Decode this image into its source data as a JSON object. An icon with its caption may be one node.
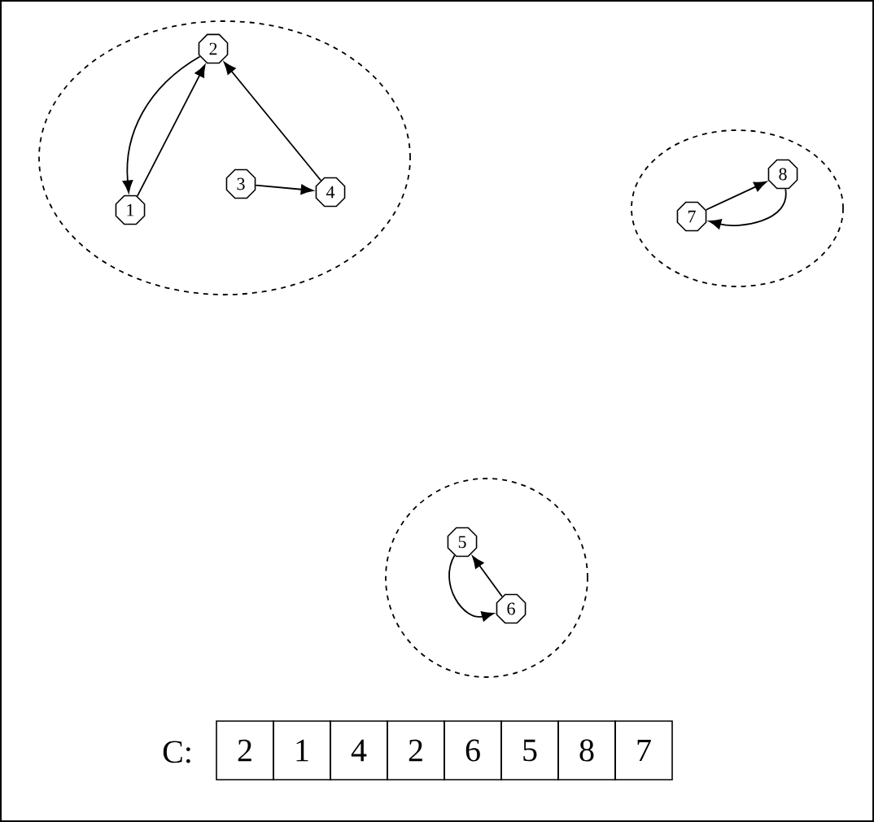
{
  "diagram": {
    "nodes": [
      {
        "text": [],
        "shape": "circle"
      },
      {
        "text": [
          "1"
        ],
        "in": 0
      },
      {
        "text": [
          "2"
        ],
        "in": 0
      },
      {
        "text": [
          "3"
        ],
        "in": 0
      },
      {
        "text": [
          "4"
        ],
        "in": 0
      },
      {
        "text": [],
        "shape": "circle"
      },
      {
        "text": [
          "7"
        ],
        "in": 5
      },
      {
        "text": [
          "8"
        ],
        "in": 5
      },
      {
        "text": [],
        "shape": "circle"
      },
      {
        "text": [
          "5"
        ],
        "in": 8
      },
      {
        "text": [
          "6"
        ],
        "in": 8
      }
    ],
    "edges": [
      {
        "from": 1,
        "to": 2,
        "arrow": "to"
      },
      {
        "from": 2,
        "to": 1,
        "arrow": "to"
      },
      {
        "from": 4,
        "to": 2,
        "arrow": "to"
      },
      {
        "from": 3,
        "to": 4,
        "arrow": "to"
      },
      {
        "from": 6,
        "to": 7,
        "arrow": "to"
      },
      {
        "from": 7,
        "to": 6,
        "arrow": "to"
      },
      {
        "from": 10,
        "to": 9,
        "arrow": "to"
      },
      {
        "from": 9,
        "to": 10,
        "arrow": "to"
      }
    ],
    "labels": [
      "C:",
      "2",
      "1",
      "4",
      "2",
      "6",
      "5",
      "8",
      "7"
    ]
  }
}
